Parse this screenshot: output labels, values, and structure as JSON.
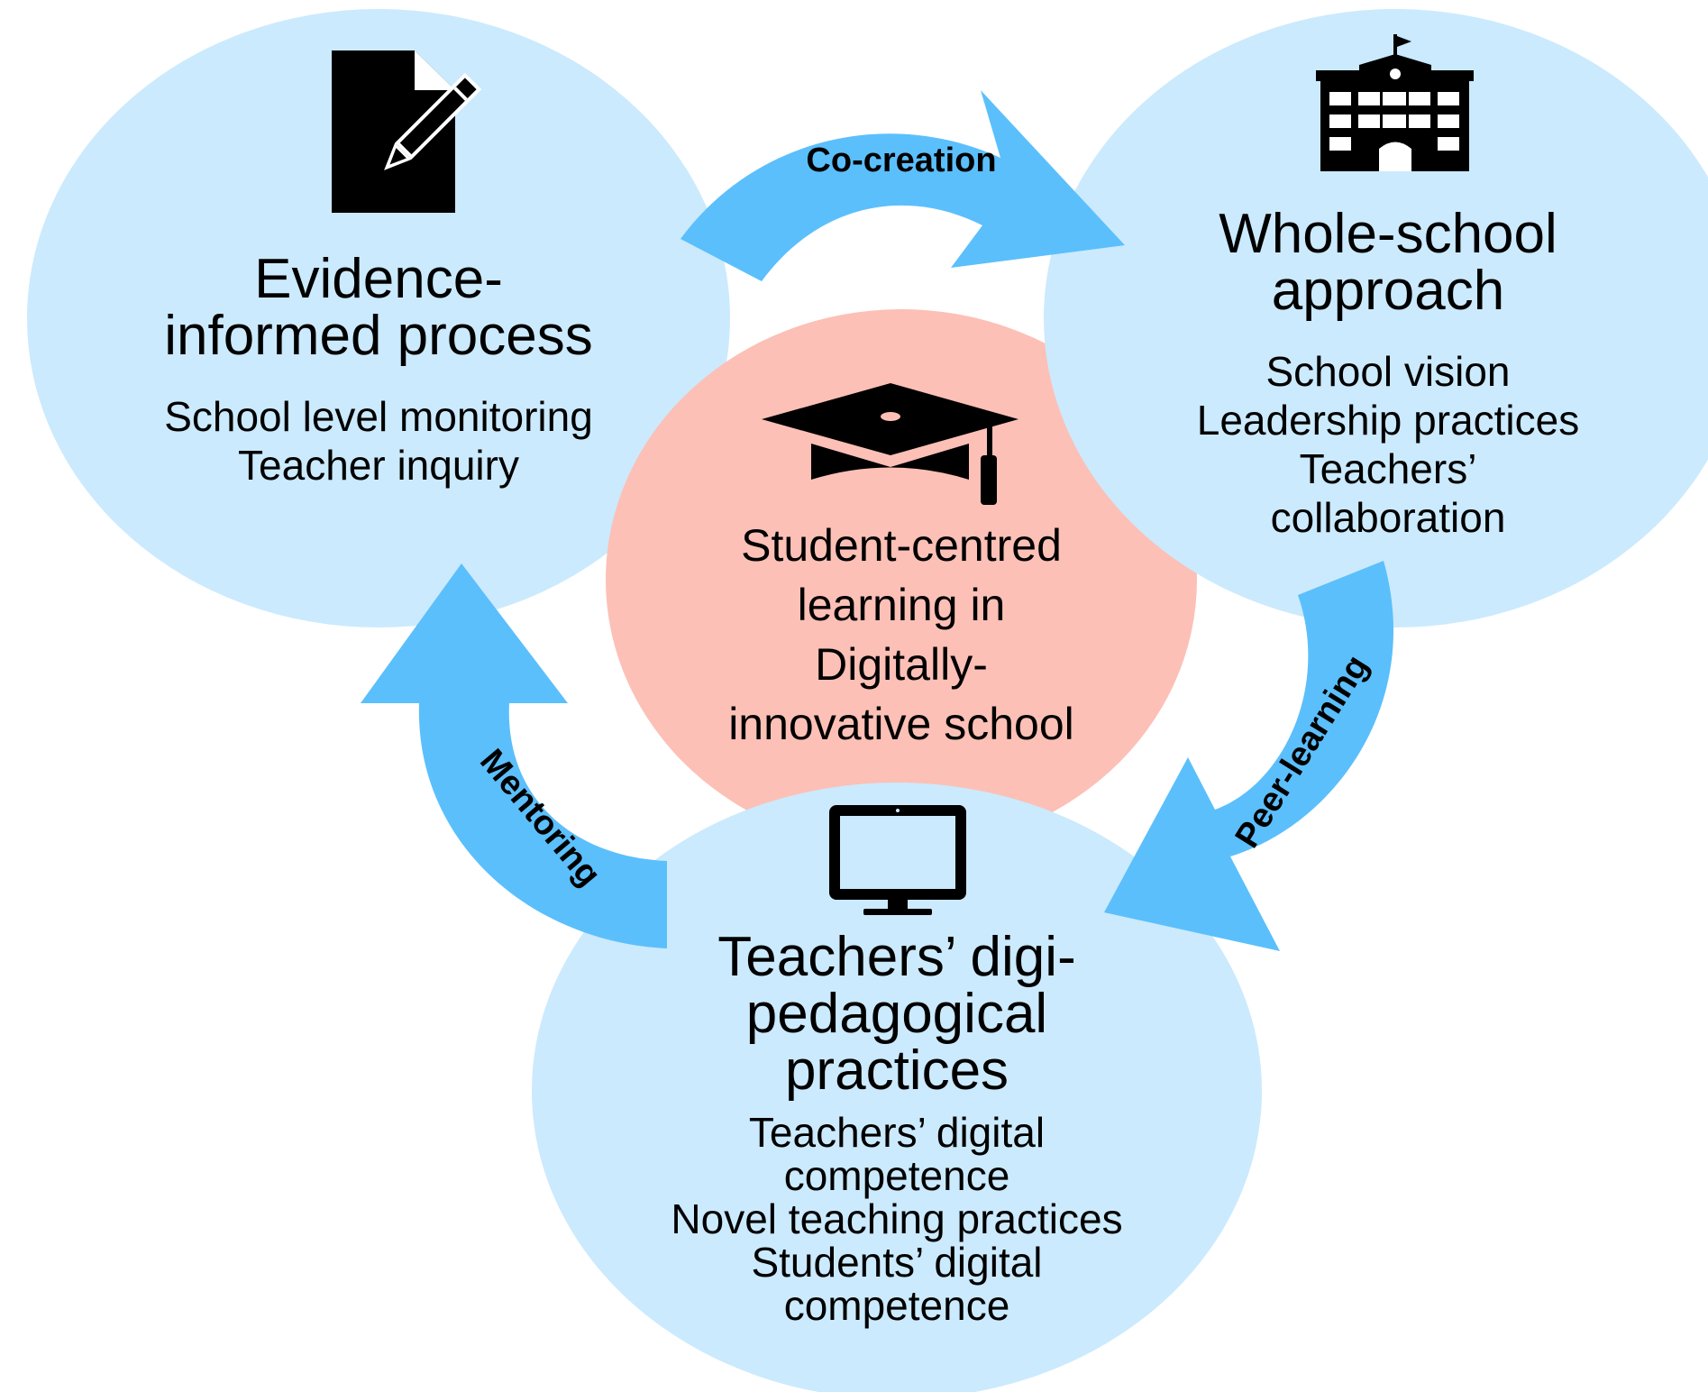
{
  "colors": {
    "node_fill": "#cbeafd",
    "center_fill": "#fcc0b6",
    "arrow_fill": "#5bbffc",
    "text": "#000000",
    "icon": "#000000"
  },
  "center": {
    "icon": "graduation-cap-icon",
    "lines": [
      "Student-centred",
      "learning in",
      "Digitally-",
      "innovative school"
    ]
  },
  "nodes": {
    "evidence": {
      "icon": "document-pencil-icon",
      "title_lines": [
        "Evidence-",
        "informed process"
      ],
      "items": [
        "School level monitoring",
        "Teacher inquiry"
      ]
    },
    "whole_school": {
      "icon": "school-building-icon",
      "title_lines": [
        "Whole-school",
        "approach"
      ],
      "items": [
        "School vision",
        "Leadership practices",
        "Teachers’",
        "collaboration"
      ]
    },
    "teachers": {
      "icon": "monitor-icon",
      "title_lines": [
        "Teachers’ digi-",
        "pedagogical",
        "practices"
      ],
      "items": [
        "Teachers’ digital",
        "competence",
        "Novel teaching practices",
        "Students’ digital",
        "competence"
      ]
    }
  },
  "arrows": {
    "co_creation": "Co-creation",
    "peer_learning": "Peer-learning",
    "mentoring": "Mentoring"
  }
}
